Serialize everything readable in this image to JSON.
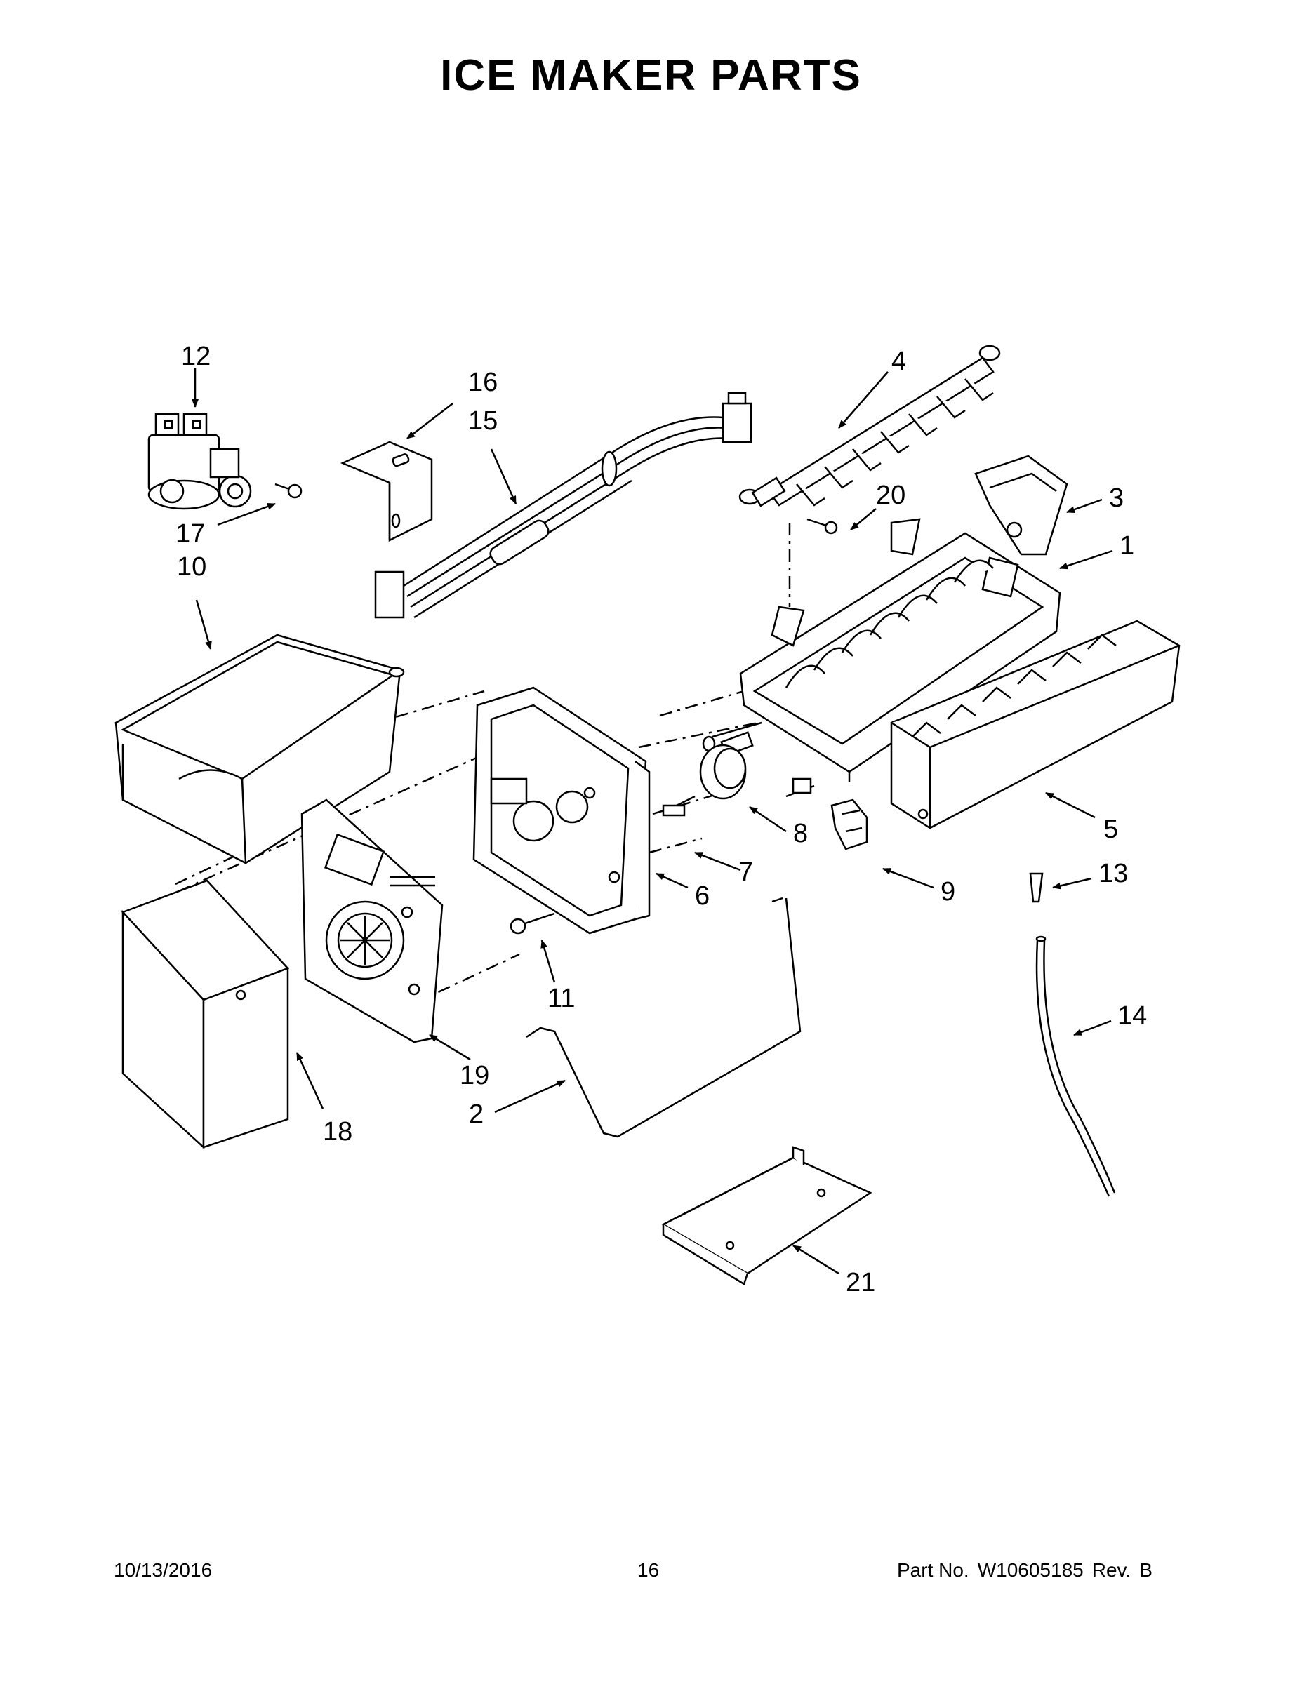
{
  "title": "ICE MAKER PARTS",
  "callouts": {
    "c1": "1",
    "c2": "2",
    "c3": "3",
    "c4": "4",
    "c5": "5",
    "c6": "6",
    "c7": "7",
    "c8": "8",
    "c9": "9",
    "c10": "10",
    "c11": "11",
    "c12": "12",
    "c13": "13",
    "c14": "14",
    "c15": "15",
    "c16": "16",
    "c17": "17",
    "c18": "18",
    "c19": "19",
    "c20": "20",
    "c21": "21"
  },
  "footer": {
    "date": "10/13/2016",
    "page": "16",
    "part_label": "Part No.",
    "part_number": "W10605185",
    "rev_label": "Rev.",
    "rev": "B"
  }
}
